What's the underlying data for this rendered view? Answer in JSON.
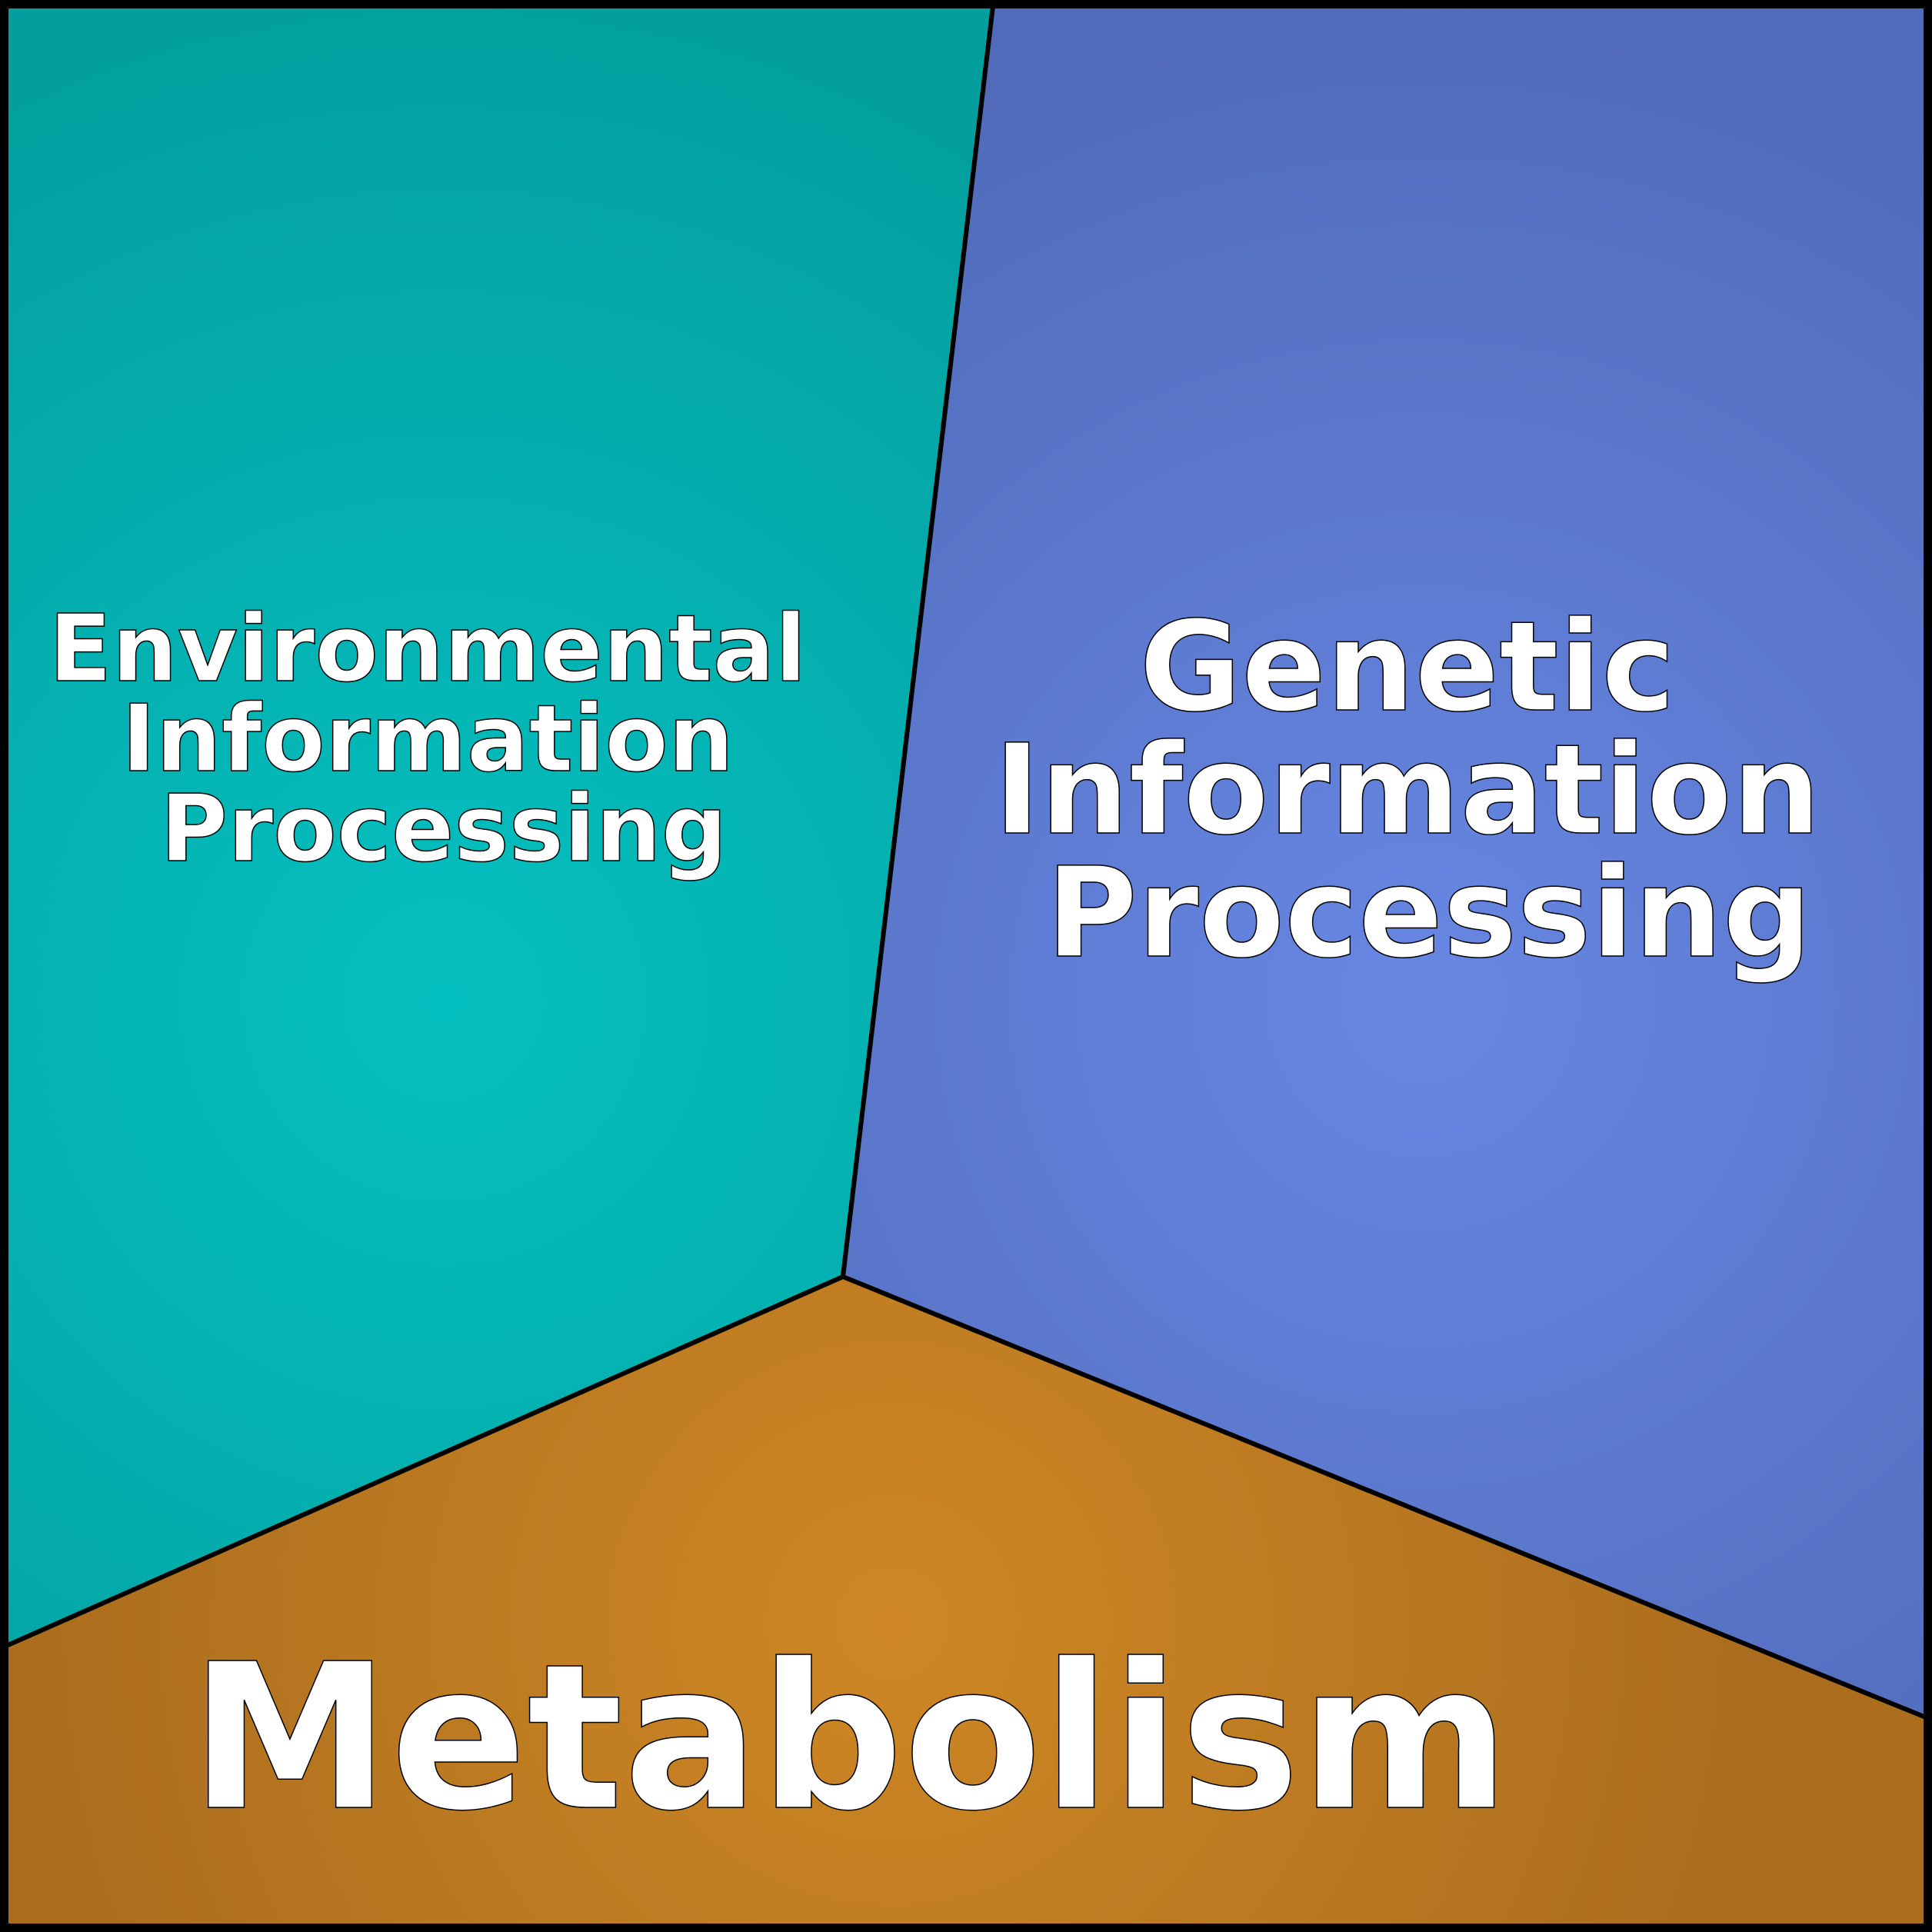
{
  "diagram": {
    "type": "voronoi-treemap",
    "cells": [
      {
        "id": "env",
        "lines": [
          "Environmental",
          "Information",
          "Processing"
        ],
        "color_center": "#05C0C0",
        "color_edge": "#039F9F"
      },
      {
        "id": "gen",
        "lines": [
          "Genetic",
          "Information",
          "Processing"
        ],
        "color_center": "#6787E3",
        "color_edge": "#516BBA"
      },
      {
        "id": "met",
        "lines": [
          "Metabolism"
        ],
        "color_center": "#CE8724",
        "color_edge": "#AC6E1E"
      }
    ],
    "border_color": "#000000"
  }
}
